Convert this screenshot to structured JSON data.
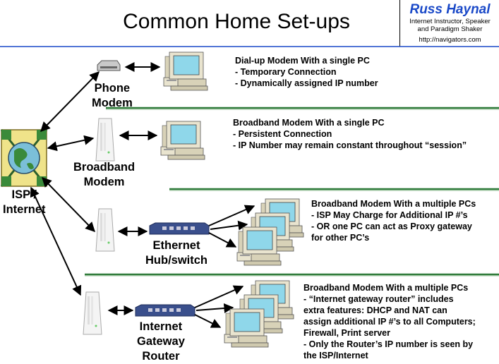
{
  "header": {
    "title": "Common Home Set-ups",
    "brand_name": "Russ Haynal",
    "brand_tagline_1": "Internet Instructor, Speaker",
    "brand_tagline_2": "and Paradigm Shaker",
    "brand_url": "http://navigators.com"
  },
  "nodes": {
    "isp_label_1": "ISP /",
    "isp_label_2": "Internet",
    "phone_modem_1": "Phone",
    "phone_modem_2": "Modem",
    "broadband_modem_1": "Broadband",
    "broadband_modem_2": "Modem",
    "hub_1": "Ethernet",
    "hub_2": "Hub/switch",
    "router_1": "Internet",
    "router_2": "Gateway",
    "router_3": "Router"
  },
  "setups": [
    {
      "heading": "Dial-up Modem With a single PC",
      "lines": [
        "- Temporary Connection",
        "- Dynamically assigned IP number"
      ]
    },
    {
      "heading": "Broadband Modem With a single PC",
      "lines": [
        "- Persistent Connection",
        "- IP Number may remain constant throughout “session”"
      ]
    },
    {
      "heading": "Broadband Modem With a multiple PCs",
      "lines": [
        "- ISP May Charge for Additional IP #’s",
        "- OR  one PC can act as Proxy gateway",
        "for other PC’s"
      ]
    },
    {
      "heading": "Broadband Modem With a multiple PCs",
      "lines": [
        "- “Internet gateway router” includes",
        "extra features:  DHCP and NAT can",
        "assign additional IP #’s to all Computers;",
        "Firewall, Print server",
        "- Only the Router’s IP number is seen by",
        "the ISP/Internet"
      ]
    }
  ],
  "colors": {
    "accent_blue": "#1a49c8",
    "divider_green": "#2f7a3a",
    "monitor_screen": "#8fd7ea",
    "pc_body": "#e9e4cf",
    "hub_blue": "#3a4f8c"
  }
}
